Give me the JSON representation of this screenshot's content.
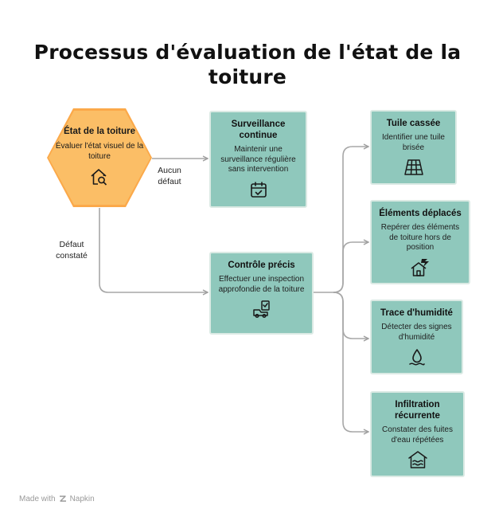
{
  "title": "Processus d'évaluation de l'état de la toiture",
  "start": {
    "title": "État de la toiture",
    "description": "Évaluer l'état visuel de la toiture",
    "icon": "house-search-icon"
  },
  "edges": {
    "no_defect": "Aucun défaut",
    "defect_found": "Défaut constaté"
  },
  "monitoring": {
    "title": "Surveillance continue",
    "description": "Maintenir une surveillance régulière sans intervention",
    "icon": "calendar-check-icon"
  },
  "inspection": {
    "title": "Contrôle précis",
    "description": "Effectuer une inspection approfondie de la toiture",
    "icon": "checklist-truck-icon"
  },
  "issues": [
    {
      "title": "Tuile cassée",
      "description": "Identifier une tuile brisée",
      "icon": "tile-grid-icon"
    },
    {
      "title": "Éléments déplacés",
      "description": "Repérer des éléments de toiture hors de position",
      "icon": "house-damage-icon"
    },
    {
      "title": "Trace d'humidité",
      "description": "Détecter des signes d'humidité",
      "icon": "water-drop-icon"
    },
    {
      "title": "Infiltration récurrente",
      "description": "Constater des fuites d'eau répétées",
      "icon": "flooded-house-icon"
    }
  ],
  "footer": {
    "made_with": "Made with",
    "brand": "Napkin"
  },
  "colors": {
    "hexagon": "#fbbe66",
    "node": "#8fc8bc",
    "connector": "#9e9e9e"
  }
}
